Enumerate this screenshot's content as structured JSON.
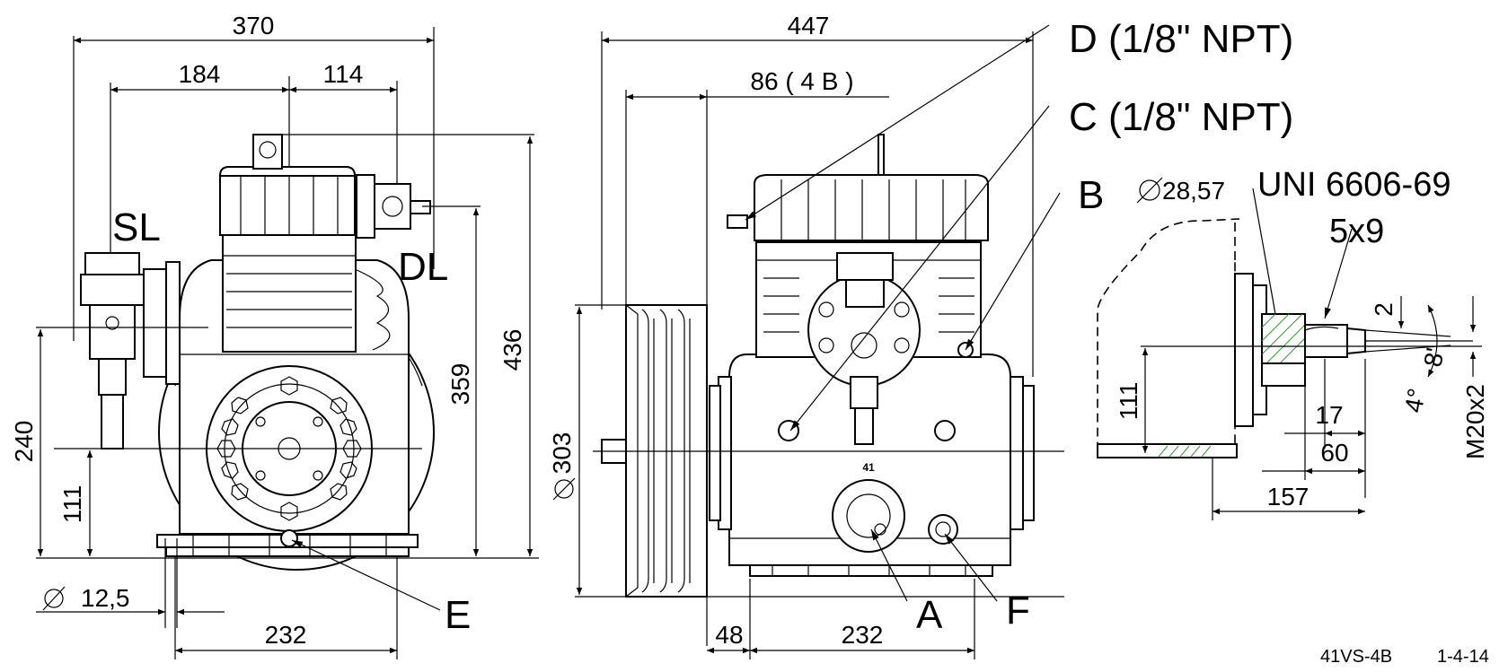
{
  "left_view": {
    "dim_overall_width": "370",
    "dim_left_to_center": "184",
    "dim_center_to_discharge": "114",
    "dim_total_height": "436",
    "dim_discharge_height": "359",
    "dim_suction_height": "240",
    "dim_shaft_height": "111",
    "dim_hole_diameter": "12,5",
    "dim_base_width": "232",
    "label_suction": "SL",
    "label_discharge": "DL",
    "label_e": "E"
  },
  "center_view": {
    "dim_overall_length": "447",
    "dim_pulley": "86 ( 4 B )",
    "dim_pulley_diameter": "303",
    "dim_offset": "48",
    "dim_base_length": "232",
    "label_a": "A",
    "label_f": "F",
    "label_b": "B",
    "label_c": "C (1/8\" NPT)",
    "label_d": "D (1/8\" NPT)",
    "plate_number": "41"
  },
  "detail_view": {
    "shaft_diameter": "28,57",
    "key_standard": "UNI 6606-69",
    "key_size": "5x9",
    "dim_shaft_height": "111",
    "dim_17": "17",
    "dim_60": "60",
    "dim_157": "157",
    "dim_2": "2",
    "dim_angle_4": "4°",
    "dim_angle_8": "8'",
    "thread": "M20x2"
  },
  "footer": {
    "drawing_code": "41VS-4B",
    "date": "1-4-14"
  }
}
